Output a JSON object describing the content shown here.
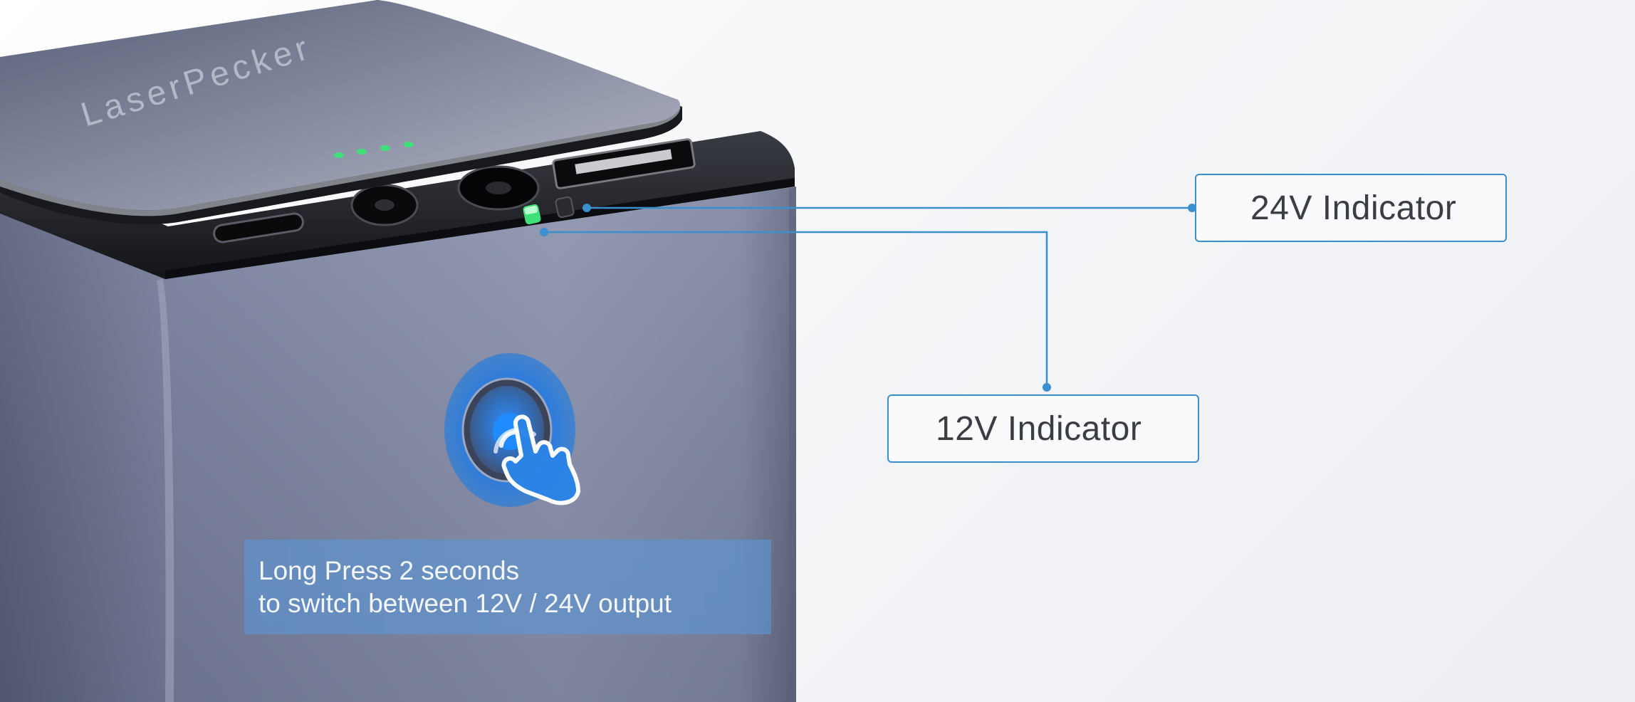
{
  "product": {
    "brand_engraving": "LaserPecker",
    "port_count": 4,
    "status_led_count": 4
  },
  "callouts": {
    "indicator_24v": "24V Indicator",
    "indicator_12v": "12V Indicator"
  },
  "instruction": {
    "line1": "Long Press 2 seconds",
    "line2": "to switch between 12V / 24V output"
  },
  "colors": {
    "callout_accent": "#3b8fcf",
    "device_body": "#7f86a3",
    "led_green": "#3fe07a",
    "instruction_bg": "#5c96d6"
  },
  "icons": {
    "press": "hand-pointer-icon"
  }
}
